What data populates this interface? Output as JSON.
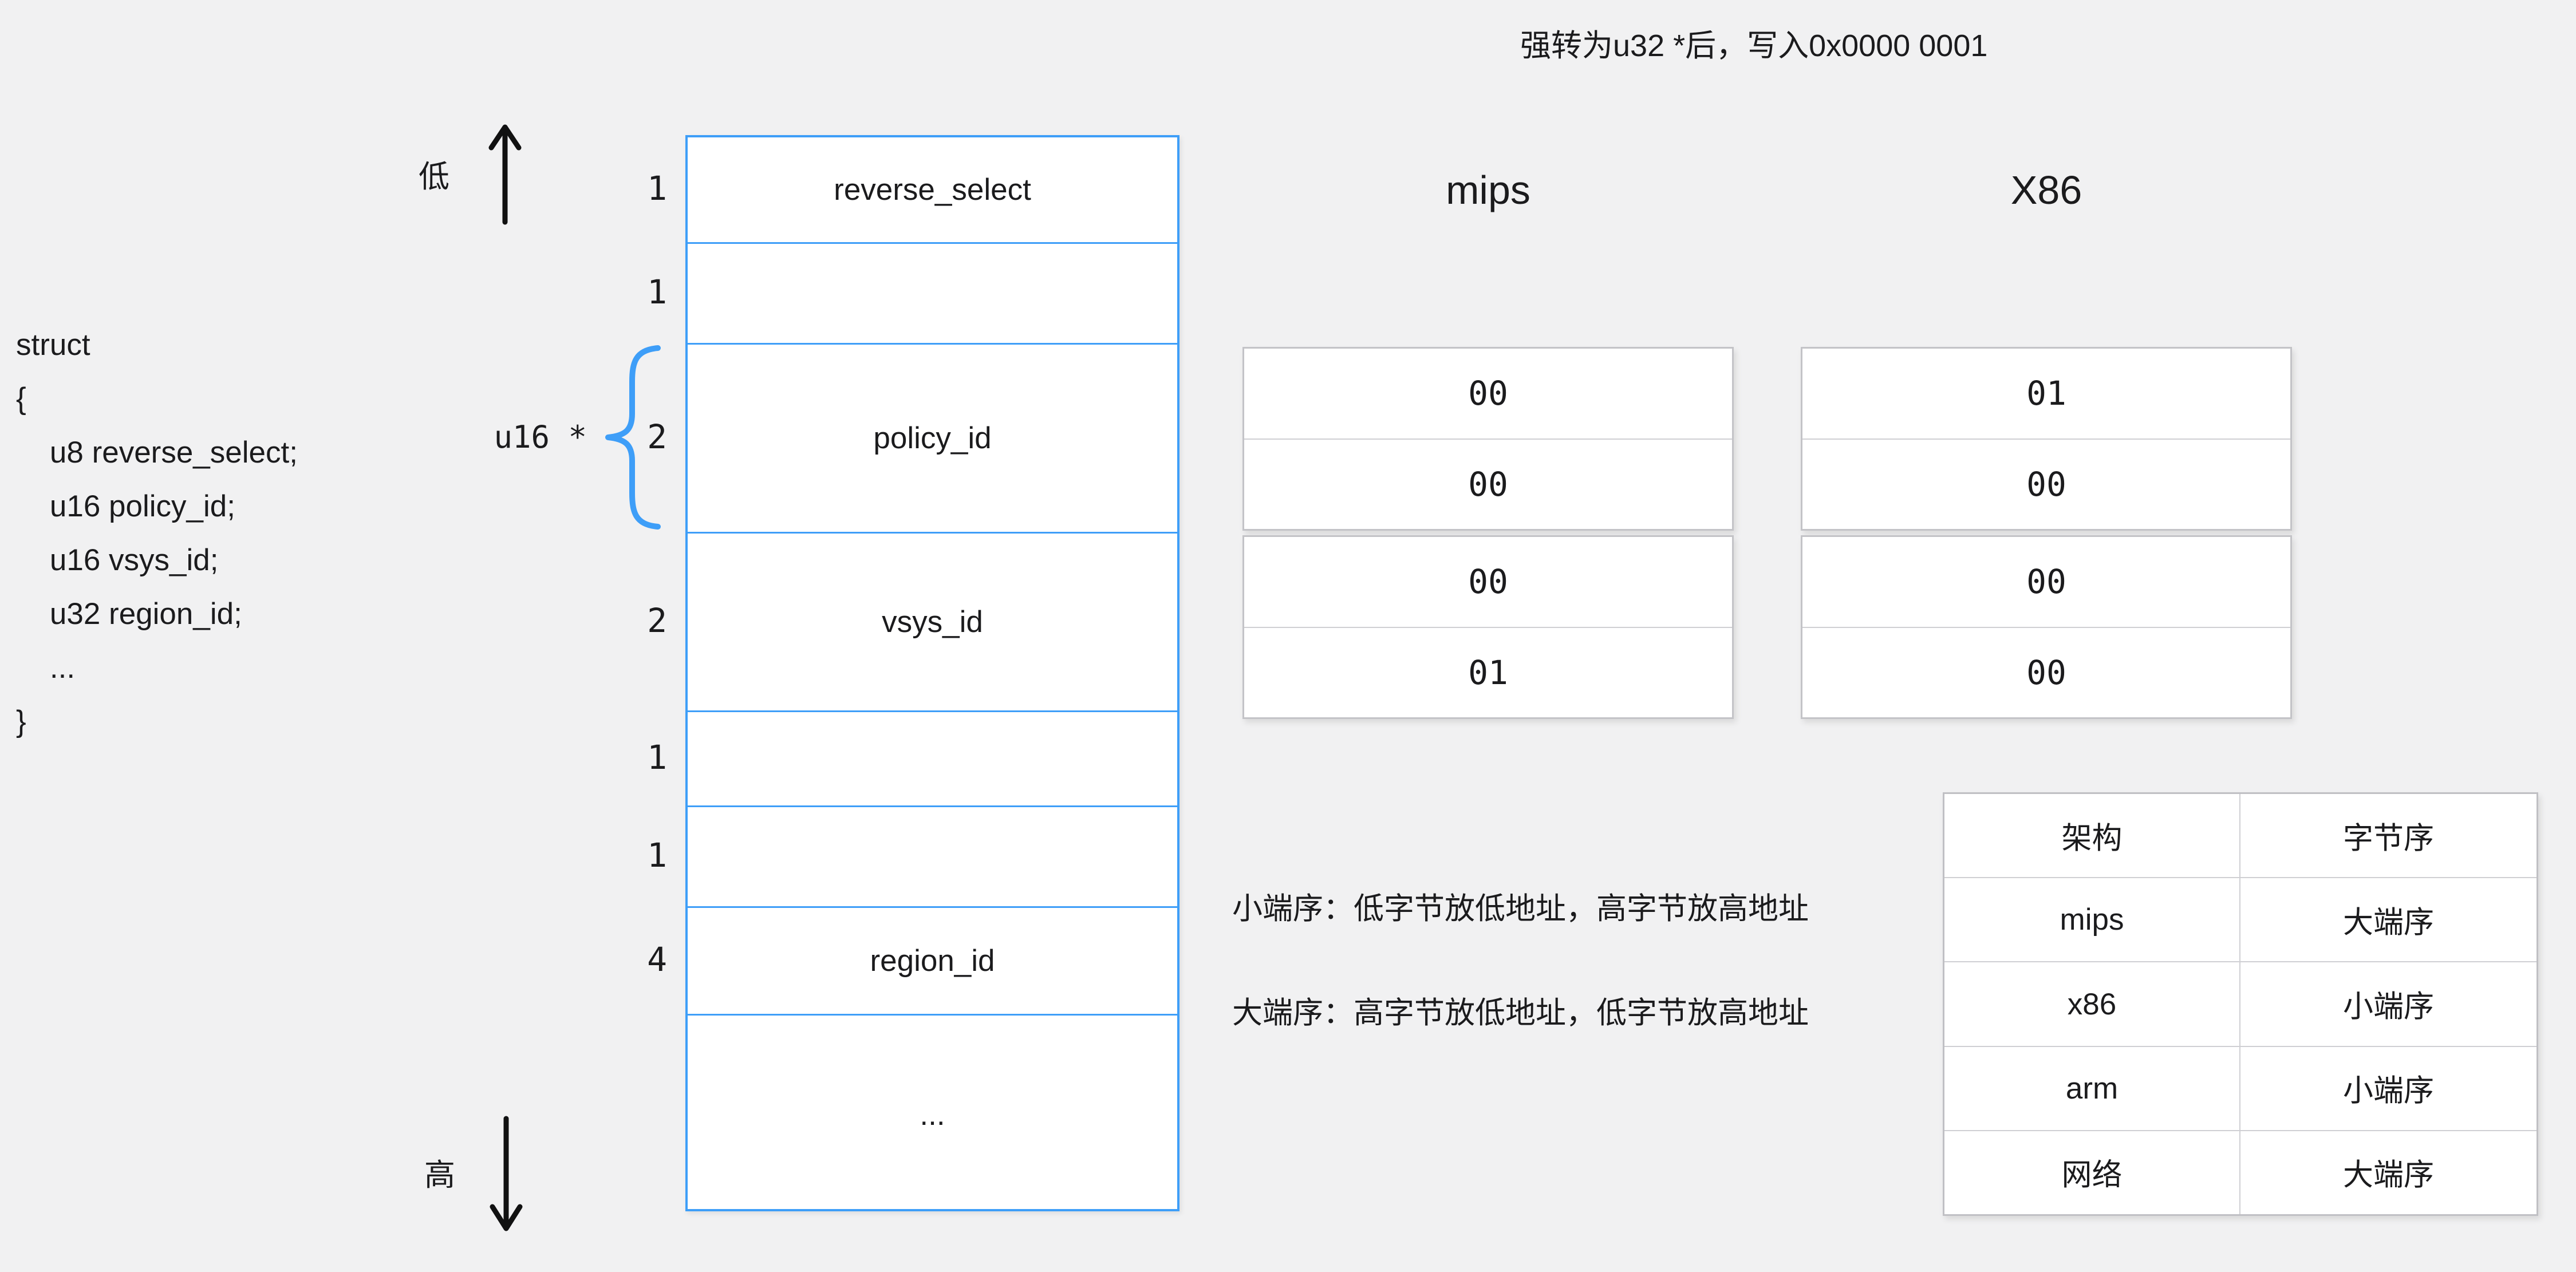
{
  "top_note": "强转为u32 *后，写入0x0000 0001",
  "struct_code": {
    "lines": [
      "struct",
      "{",
      "    u8 reverse_select;",
      "    u16 policy_id;",
      "    u16 vsys_id;",
      "    u32 region_id;",
      "    ...",
      "}"
    ]
  },
  "memory_diagram": {
    "low_label": "低",
    "high_label": "高",
    "pointer_label": "u16 *",
    "rows": [
      {
        "size": "1",
        "label": "reverse_select"
      },
      {
        "size": "1",
        "label": ""
      },
      {
        "size": "2",
        "label": "policy_id"
      },
      {
        "size": "2",
        "label": "vsys_id"
      },
      {
        "size": "1",
        "label": ""
      },
      {
        "size": "1",
        "label": ""
      },
      {
        "size": "4",
        "label": "region_id"
      },
      {
        "size": "",
        "label": "..."
      }
    ]
  },
  "byte_columns": [
    {
      "title": "mips",
      "groups": [
        [
          "00",
          "00"
        ],
        [
          "00",
          "01"
        ]
      ]
    },
    {
      "title": "X86",
      "groups": [
        [
          "01",
          "00"
        ],
        [
          "00",
          "00"
        ]
      ]
    }
  ],
  "endian_notes": [
    "小端序：低字节放低地址，高字节放高地址",
    "大端序：高字节放低地址，低字节放高地址"
  ],
  "arch_table": {
    "headers": [
      "架构",
      "字节序"
    ],
    "rows": [
      [
        "mips",
        "大端序"
      ],
      [
        "x86",
        "小端序"
      ],
      [
        "arm",
        "小端序"
      ],
      [
        "网络",
        "大端序"
      ]
    ]
  },
  "colors": {
    "accent_blue": "#3e9ef8",
    "box_border_gray": "#c3c3c7",
    "background": "#f1f1f2",
    "text": "#1b1b1d"
  }
}
